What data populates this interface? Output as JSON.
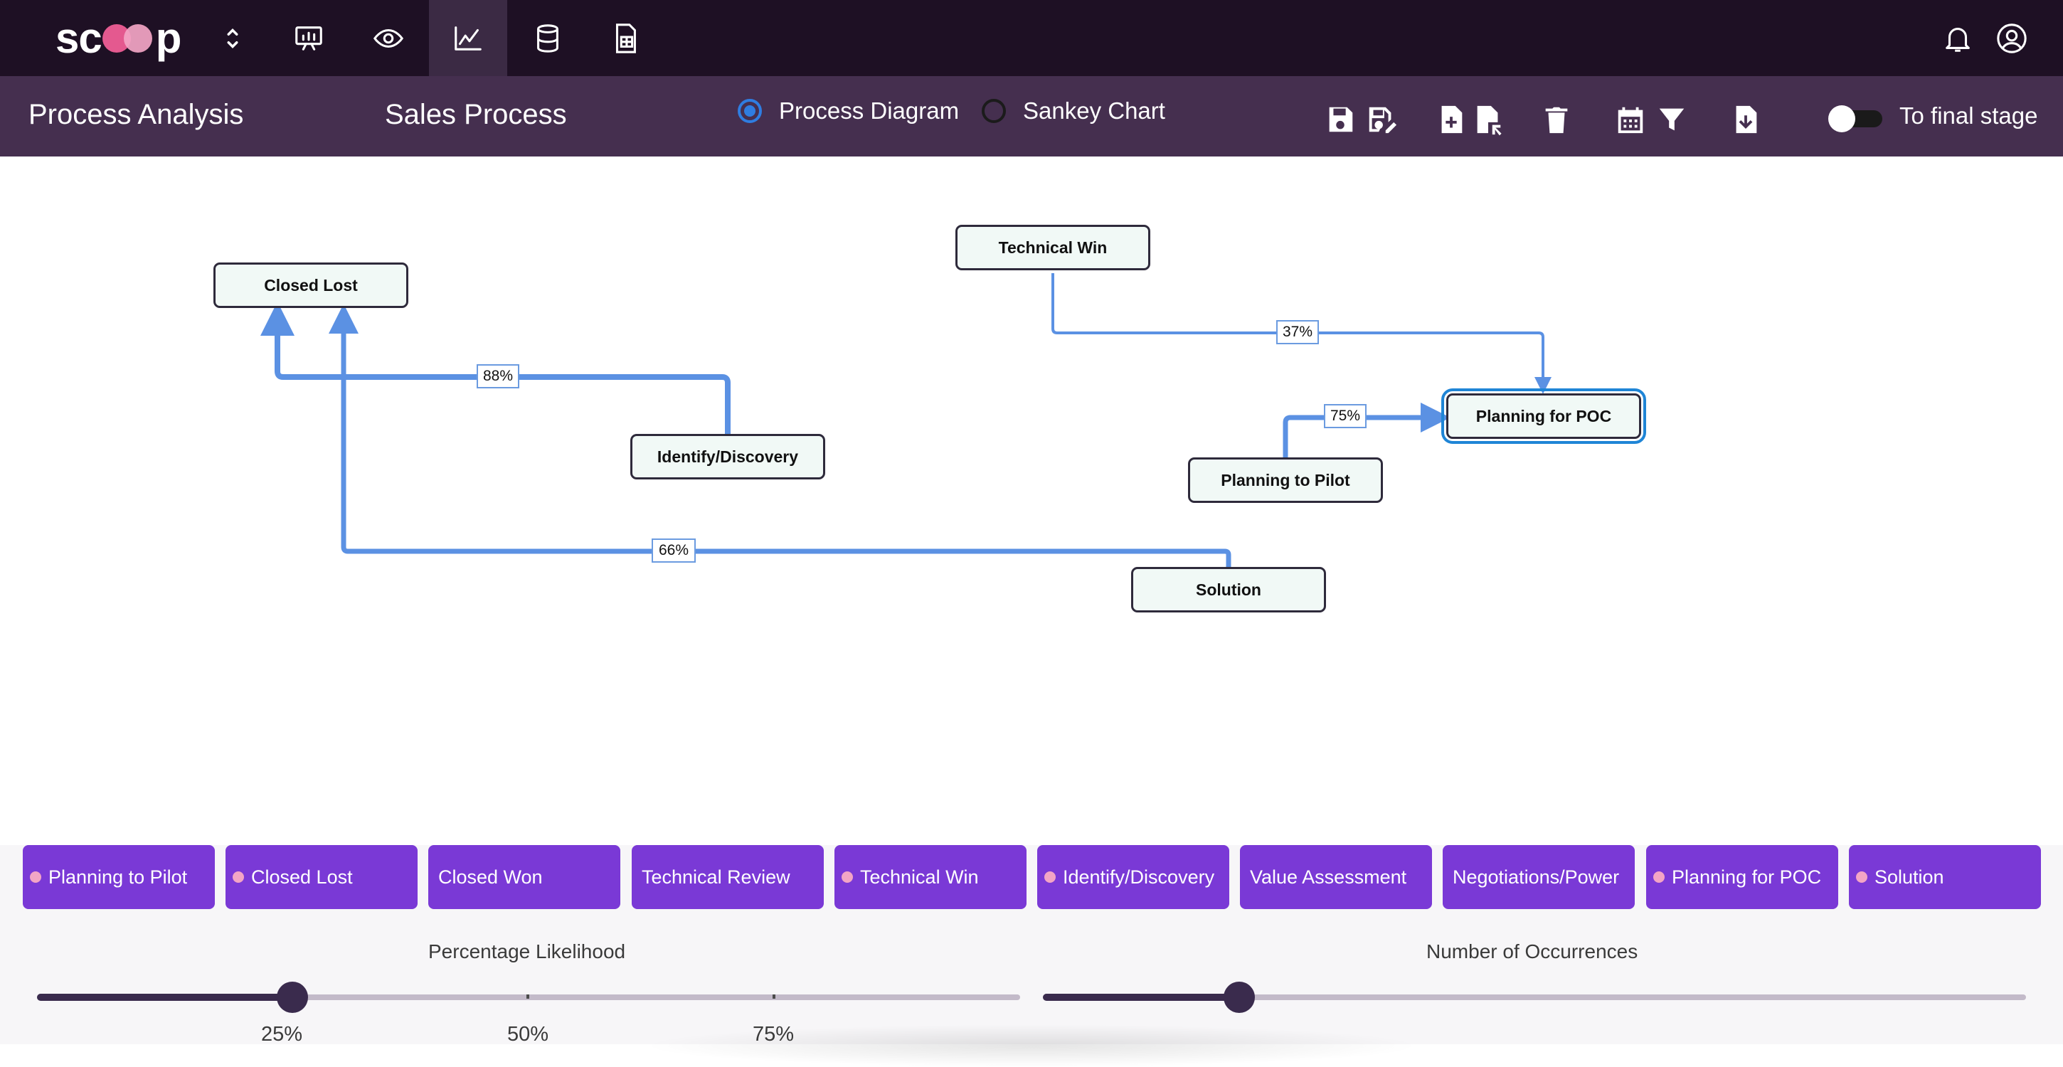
{
  "app": {
    "logo_text_left": "sc",
    "logo_text_right": "p",
    "brand_colors": {
      "nav_bg": "#1e1024",
      "subbar_bg": "#452f4f",
      "accent": "#2f7de1",
      "chip": "#7a39d6"
    }
  },
  "nav": {
    "icons": [
      "chevron-updown-icon",
      "presentation-icon",
      "eye-icon",
      "line-chart-icon",
      "database-icon",
      "sheet-icon"
    ],
    "active": "line-chart-icon",
    "right_icons": [
      "bell-icon",
      "account-icon"
    ]
  },
  "header": {
    "section_title": "Process Analysis",
    "process_title": "Sales Process",
    "view_options": [
      {
        "label": "Process Diagram",
        "selected": true
      },
      {
        "label": "Sankey Chart",
        "selected": false
      }
    ],
    "toolbar_icons": [
      "save-icon",
      "save-edit-icon",
      "new-file-icon",
      "open-file-icon",
      "delete-icon",
      "calendar-icon",
      "filter-icon",
      "download-icon"
    ],
    "toggle": {
      "label": "To final stage",
      "on": false
    }
  },
  "diagram": {
    "nodes": {
      "closed_lost": "Closed Lost",
      "technical_win": "Technical Win",
      "identify_discovery": "Identify/Discovery",
      "planning_poc": "Planning for POC",
      "planning_pilot": "Planning to Pilot",
      "solution": "Solution"
    },
    "selected_node": "Planning for POC",
    "edges": {
      "identify_to_closed_lost": "88%",
      "solution_to_closed_lost": "66%",
      "technical_win_to_poc": "37%",
      "pilot_to_poc": "75%"
    }
  },
  "stages": [
    {
      "label": "Planning to Pilot",
      "dot": true
    },
    {
      "label": "Closed Lost",
      "dot": true
    },
    {
      "label": "Closed Won",
      "dot": false
    },
    {
      "label": "Technical Review",
      "dot": false
    },
    {
      "label": "Technical Win",
      "dot": true
    },
    {
      "label": "Identify/Discovery",
      "dot": true
    },
    {
      "label": "Value Assessment",
      "dot": false
    },
    {
      "label": "Negotiations/Power",
      "dot": false
    },
    {
      "label": "Planning for POC",
      "dot": true
    },
    {
      "label": "Solution",
      "dot": true
    }
  ],
  "sliders": {
    "likelihood": {
      "title": "Percentage Likelihood",
      "value_fraction": 0.26,
      "ticks": [
        "25%",
        "50%",
        "75%"
      ]
    },
    "occurrences": {
      "title": "Number of Occurrences",
      "value_fraction": 0.2
    }
  }
}
